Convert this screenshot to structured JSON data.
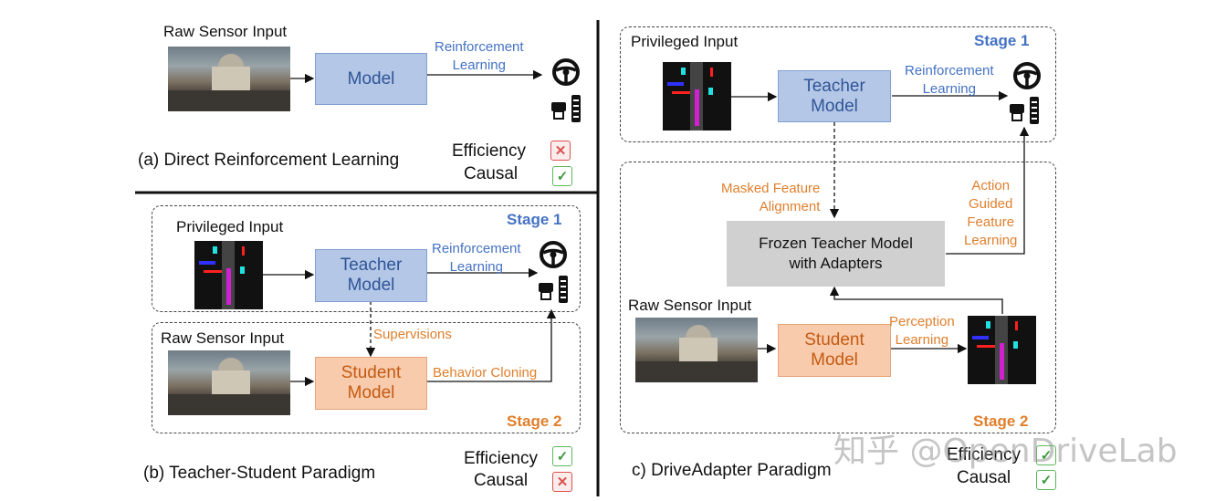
{
  "panel_a": {
    "input_label": "Raw Sensor Input",
    "model_label": "Model",
    "arrow_label": "Reinforcement\nLearning",
    "caption": "(a) Direct Reinforcement Learning",
    "efficiency_label": "Efficiency",
    "causal_label": "Causal",
    "efficiency_mark": "✕",
    "causal_mark": "✓"
  },
  "panel_b": {
    "stage1_input_label": "Privileged Input",
    "stage1_title": "Stage 1",
    "teacher_label": "Teacher\nModel",
    "rl_label": "Reinforcement\nLearning",
    "supervision_label": "Supervisions",
    "stage2_input_label": "Raw Sensor Input",
    "student_label": "Student\nModel",
    "bc_label": "Behavior Cloning",
    "stage2_title": "Stage 2",
    "caption": "(b) Teacher-Student Paradigm",
    "efficiency_label": "Efficiency",
    "causal_label": "Causal",
    "efficiency_mark": "✓",
    "causal_mark": "✕"
  },
  "panel_c": {
    "stage1_input_label": "Privileged Input",
    "stage1_title": "Stage 1",
    "teacher_label": "Teacher\nModel",
    "rl_label": "Reinforcement\nLearning",
    "mask_label": "Masked Feature\nAlignment",
    "action_label": "Action\nGuided\nFeature\nLearning",
    "frozen_label": "Frozen Teacher Model\nwith Adapters",
    "stage2_input_label": "Raw Sensor Input",
    "student_label": "Student\nModel",
    "perception_label": "Perception\nLearning",
    "stage2_title": "Stage 2",
    "caption": "c) DriveAdapter Paradigm",
    "efficiency_label": "Efficiency",
    "causal_label": "Causal",
    "efficiency_mark": "✓",
    "causal_mark": "✓"
  },
  "watermark": "知乎 @OpenDriveLab",
  "colors": {
    "blue_text": "#4472c4",
    "orange_text": "#e07f2c",
    "teacher_fill": "#b4c7e7",
    "student_fill": "#f8cbad",
    "frozen_fill": "#d0d0d0",
    "check_green": "#5cb85c",
    "cross_red": "#d9534f"
  },
  "icons": [
    "steering-wheel-icon",
    "pedals-icon",
    "camera-image",
    "bev-map-image"
  ]
}
